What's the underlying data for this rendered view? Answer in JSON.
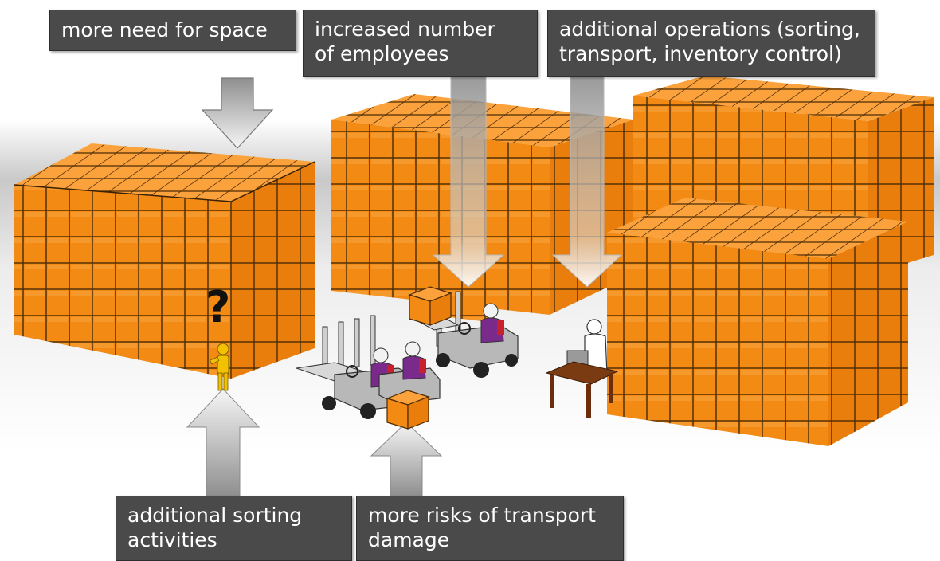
{
  "labels": {
    "space": "more need for space",
    "employees": [
      "increased number",
      "of employees"
    ],
    "operations": [
      "additional operations (sorting,",
      "transport, inventory control)"
    ],
    "sorting": [
      "additional sorting",
      "activities"
    ],
    "damage": [
      "more risks of transport",
      "damage"
    ]
  },
  "question_mark": "?",
  "colors": {
    "box_orange": "#f7941d",
    "box_outline": "#4a2a06",
    "label_bg": "#4a4a4a",
    "label_text": "#ffffff",
    "arrow_gray": "#9a9a9a",
    "floor_gray": "#b9b9b9",
    "worker_purple": "#7a2a8a",
    "worker_red": "#c8202c",
    "question_person": "#f2c200"
  }
}
